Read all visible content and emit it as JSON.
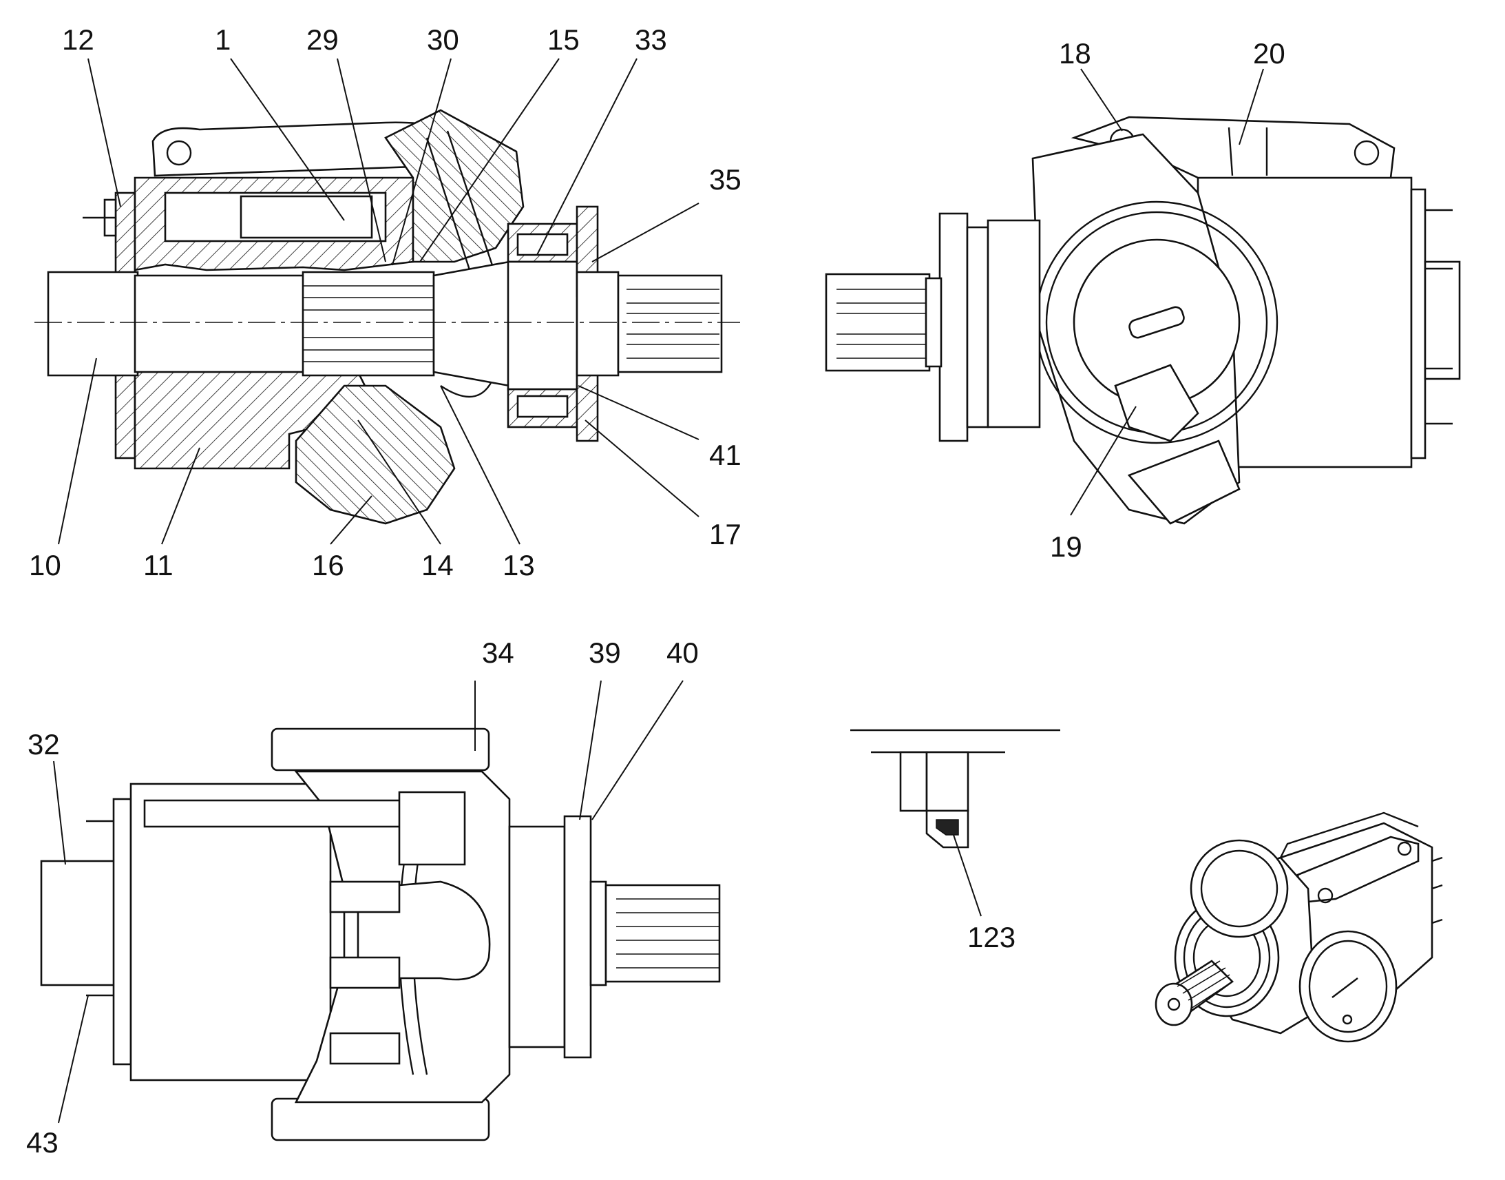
{
  "views": {
    "section": {
      "labels": [
        "12",
        "1",
        "29",
        "30",
        "15",
        "33",
        "35",
        "41",
        "17",
        "10",
        "11",
        "16",
        "14",
        "13"
      ]
    },
    "end_view": {
      "labels": [
        "18",
        "20",
        "19"
      ]
    },
    "top_view": {
      "labels": [
        "34",
        "39",
        "40",
        "32",
        "43"
      ]
    },
    "seal_detail": {
      "labels": [
        "123"
      ]
    }
  },
  "colors": {
    "line": "#111111",
    "background": "#ffffff"
  }
}
